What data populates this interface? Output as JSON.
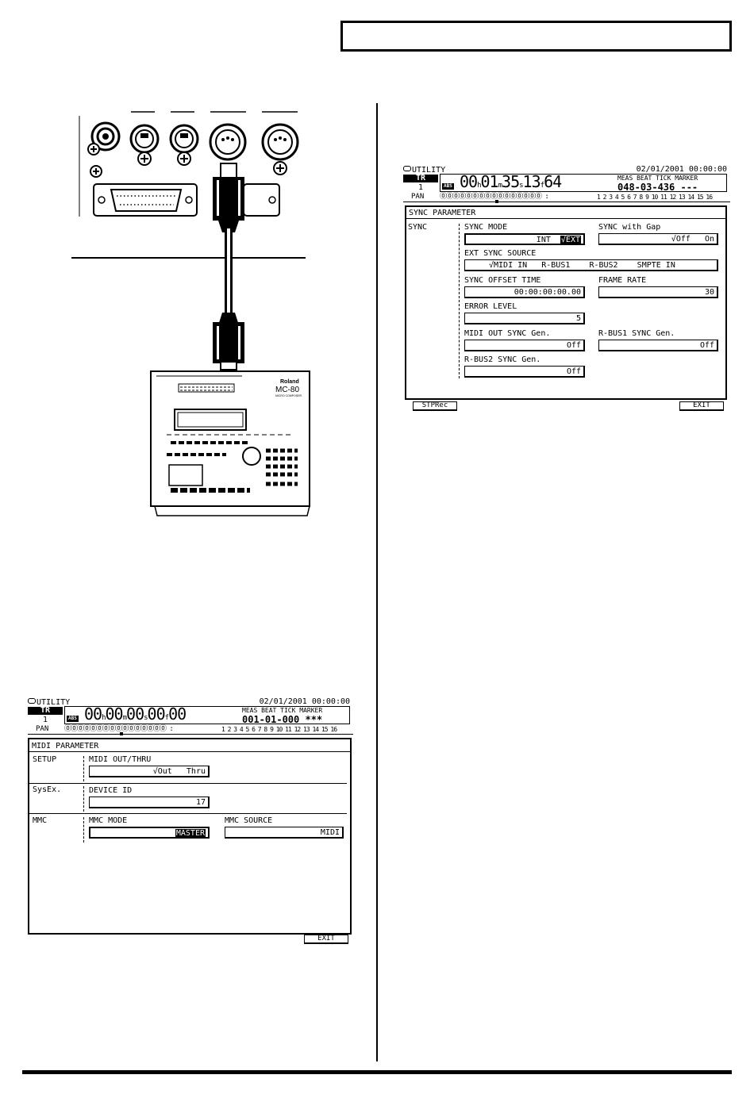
{
  "sync_screen": {
    "mode": "UTILITY",
    "datetime": "02/01/2001 00:00:00",
    "track_label": "TR",
    "track_num": "1",
    "abs": "ABS",
    "time_h": "00",
    "u_h": "h",
    "time_m": "01",
    "u_m": "m",
    "time_s": "35",
    "u_s": "s",
    "time_f": "13",
    "u_f": "f",
    "time_sub": "64",
    "mbt_header": "MEAS BEAT TICK MARKER",
    "mbt_value": "048-03-436 ---",
    "pan_label": "PAN",
    "pan_circles": "⓪⓪⓪⓪⓪⓪⓪⓪⓪⓪⓪⓪⓪⓪⓪⓪ :",
    "channel_nums": "1 2 3 4 5 6 7 8 9 10 11 12 13 14 15 16",
    "window_title": "SYNC PARAMETER",
    "section": "SYNC",
    "sync_mode_label": "SYNC MODE",
    "sync_mode_int": "INT",
    "sync_mode_ext": "√EXT",
    "gap_label": "SYNC with Gap",
    "gap_off": "√Off",
    "gap_on": "On",
    "src_label": "EXT SYNC SOURCE",
    "src_options": [
      "√MIDI IN",
      "R-BUS1",
      "R-BUS2",
      "SMPTE IN"
    ],
    "offset_label": "SYNC OFFSET TIME",
    "offset_value": "00:00:00:00.00",
    "frame_label": "FRAME RATE",
    "frame_value": "30",
    "err_label": "ERROR LEVEL",
    "err_value": "5",
    "midi_out_label": "MIDI OUT SYNC Gen.",
    "midi_out_value": "Off",
    "rbus1_label": "R-BUS1 SYNC Gen.",
    "rbus1_value": "Off",
    "rbus2_label": "R-BUS2 SYNC Gen.",
    "rbus2_value": "Off",
    "btn_left": "STPRec",
    "btn_right": "EXIT"
  },
  "midi_screen": {
    "mode": "UTILITY",
    "datetime": "02/01/2001 00:00:00",
    "track_label": "TR",
    "track_num": "1",
    "abs": "ABS",
    "time_h": "00",
    "u_h": "h",
    "time_m": "00",
    "u_m": "m",
    "time_s": "00",
    "u_s": "s",
    "time_f": "00",
    "u_f": "f",
    "time_sub": "00",
    "mbt_header": "MEAS BEAT TICK MARKER",
    "mbt_value": "001-01-000 ***",
    "pan_label": "PAN",
    "pan_circles": "⓪⓪⓪⓪⓪⓪⓪⓪⓪⓪⓪⓪⓪⓪⓪⓪ :",
    "channel_nums": "1 2 3 4 5 6 7 8 9 10 11 12 13 14 15 16",
    "window_title": "MIDI PARAMETER",
    "setup": "SETUP",
    "thru_label": "MIDI OUT/THRU",
    "thru_out": "√Out",
    "thru_thru": "Thru",
    "sysex": "SysEx.",
    "dev_label": "DEVICE ID",
    "dev_value": "17",
    "mmc": "MMC",
    "mmc_mode_label": "MMC MODE",
    "mmc_mode_value": "MASTER",
    "mmc_src_label": "MMC SOURCE",
    "mmc_src_value": "MIDI",
    "btn_right": "EXIT"
  },
  "device": {
    "brand": "Roland",
    "model": "MC-80",
    "subtitle": "MICRO COMPOSER"
  }
}
